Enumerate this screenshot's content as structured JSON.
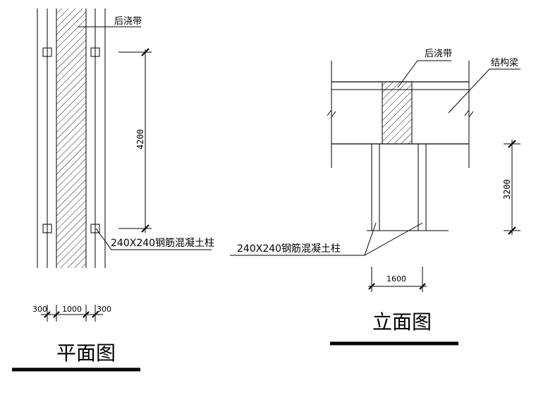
{
  "plan": {
    "title": "平面图",
    "post_pour_label": "后浇带",
    "column_label": "240X240钢筋混凝土柱",
    "dim_vertical": "4200",
    "dim_left": "300",
    "dim_mid": "1000",
    "dim_right": "300"
  },
  "elevation": {
    "title": "立面图",
    "post_pour_label": "后浇带",
    "beam_label": "结构梁",
    "column_label": "240X240钢筋混凝土柱",
    "dim_vertical": "3200",
    "dim_horizontal": "1600"
  }
}
